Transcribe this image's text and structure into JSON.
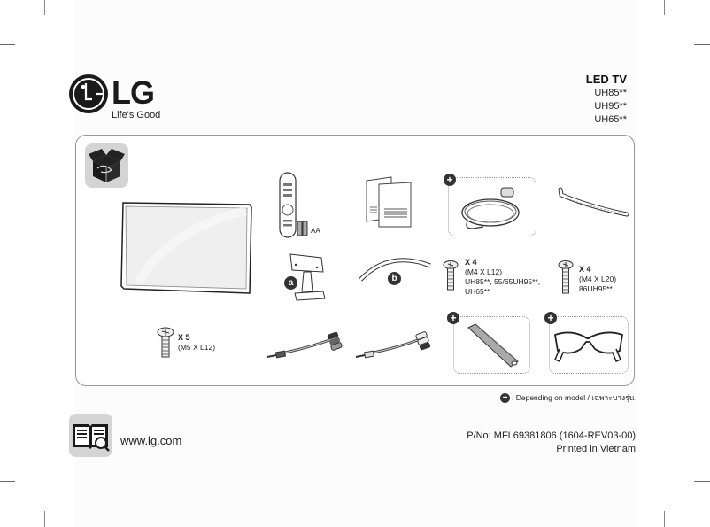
{
  "brand": {
    "logo_text": "LG",
    "tagline": "Life's Good"
  },
  "product": {
    "title": "LED TV",
    "models": [
      "UH85**",
      "UH95**",
      "UH65**"
    ]
  },
  "accessories": {
    "batteries_label": "AA",
    "stand_parts": [
      "a",
      "b"
    ],
    "screw_m4_l12": {
      "qty": "X 4",
      "spec": "(M4 X L12)",
      "models_line1": "UH85**, 55/65UH95**,",
      "models_line2": "UH65**"
    },
    "screw_m4_l20": {
      "qty": "X 4",
      "spec": "(M4 X L20)",
      "models": "86UH95**"
    },
    "screw_m5_l12": {
      "qty": "X 5",
      "spec": "(M5 X L12)"
    },
    "optional_marker": "+"
  },
  "legend": {
    "text": ": Depending on model / เฉพาะบางรุ่น"
  },
  "footer": {
    "website": "www.lg.com",
    "part_number": "P/No: MFL69381806 (1604-REV03-00)",
    "printed": "Printed in Vietnam"
  },
  "colors": {
    "badge_bg": "#d4d4d4",
    "icon_dark": "#1a1a1a",
    "panel_border": "#999999"
  }
}
